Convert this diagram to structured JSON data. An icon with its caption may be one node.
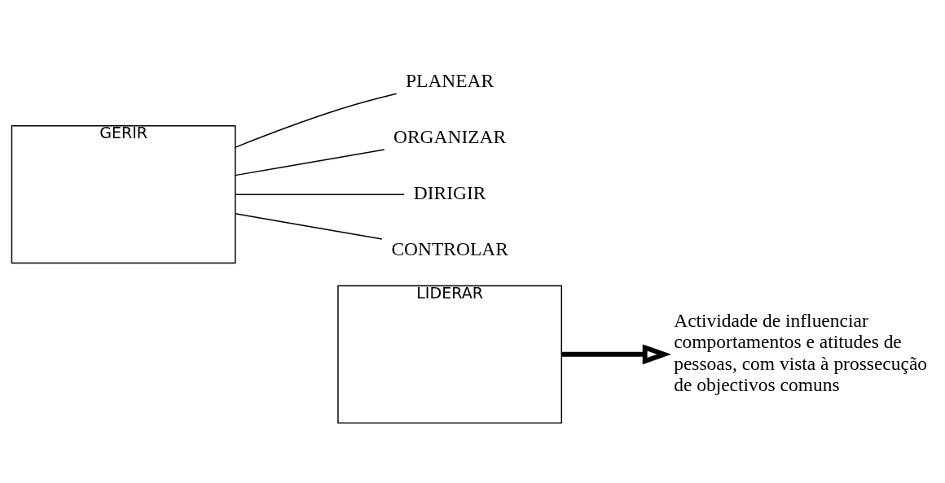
{
  "diagram": {
    "nodes": [
      {
        "text": [
          "GERIR"
        ]
      },
      {
        "text": [
          "PLANEAR"
        ]
      },
      {
        "text": [
          "ORGANIZAR"
        ]
      },
      {
        "text": [
          "DIRIGIR"
        ]
      },
      {
        "text": [
          "CONTROLAR"
        ]
      },
      {
        "text": [
          "LIDERAR"
        ]
      },
      {
        "text": [
          "Actividade de influenciar comportamentos e atitudes de pessoas, com vista à prossecução de objectivos comuns"
        ]
      }
    ],
    "edges": [
      {
        "from": 0,
        "to": 1,
        "arrow": "none"
      },
      {
        "from": 0,
        "to": 2,
        "arrow": "none"
      },
      {
        "from": 0,
        "to": 3,
        "arrow": "none"
      },
      {
        "from": 0,
        "to": 4,
        "arrow": "none"
      },
      {
        "from": 5,
        "to": 6,
        "arrow": "to",
        "style": "thick"
      }
    ]
  }
}
